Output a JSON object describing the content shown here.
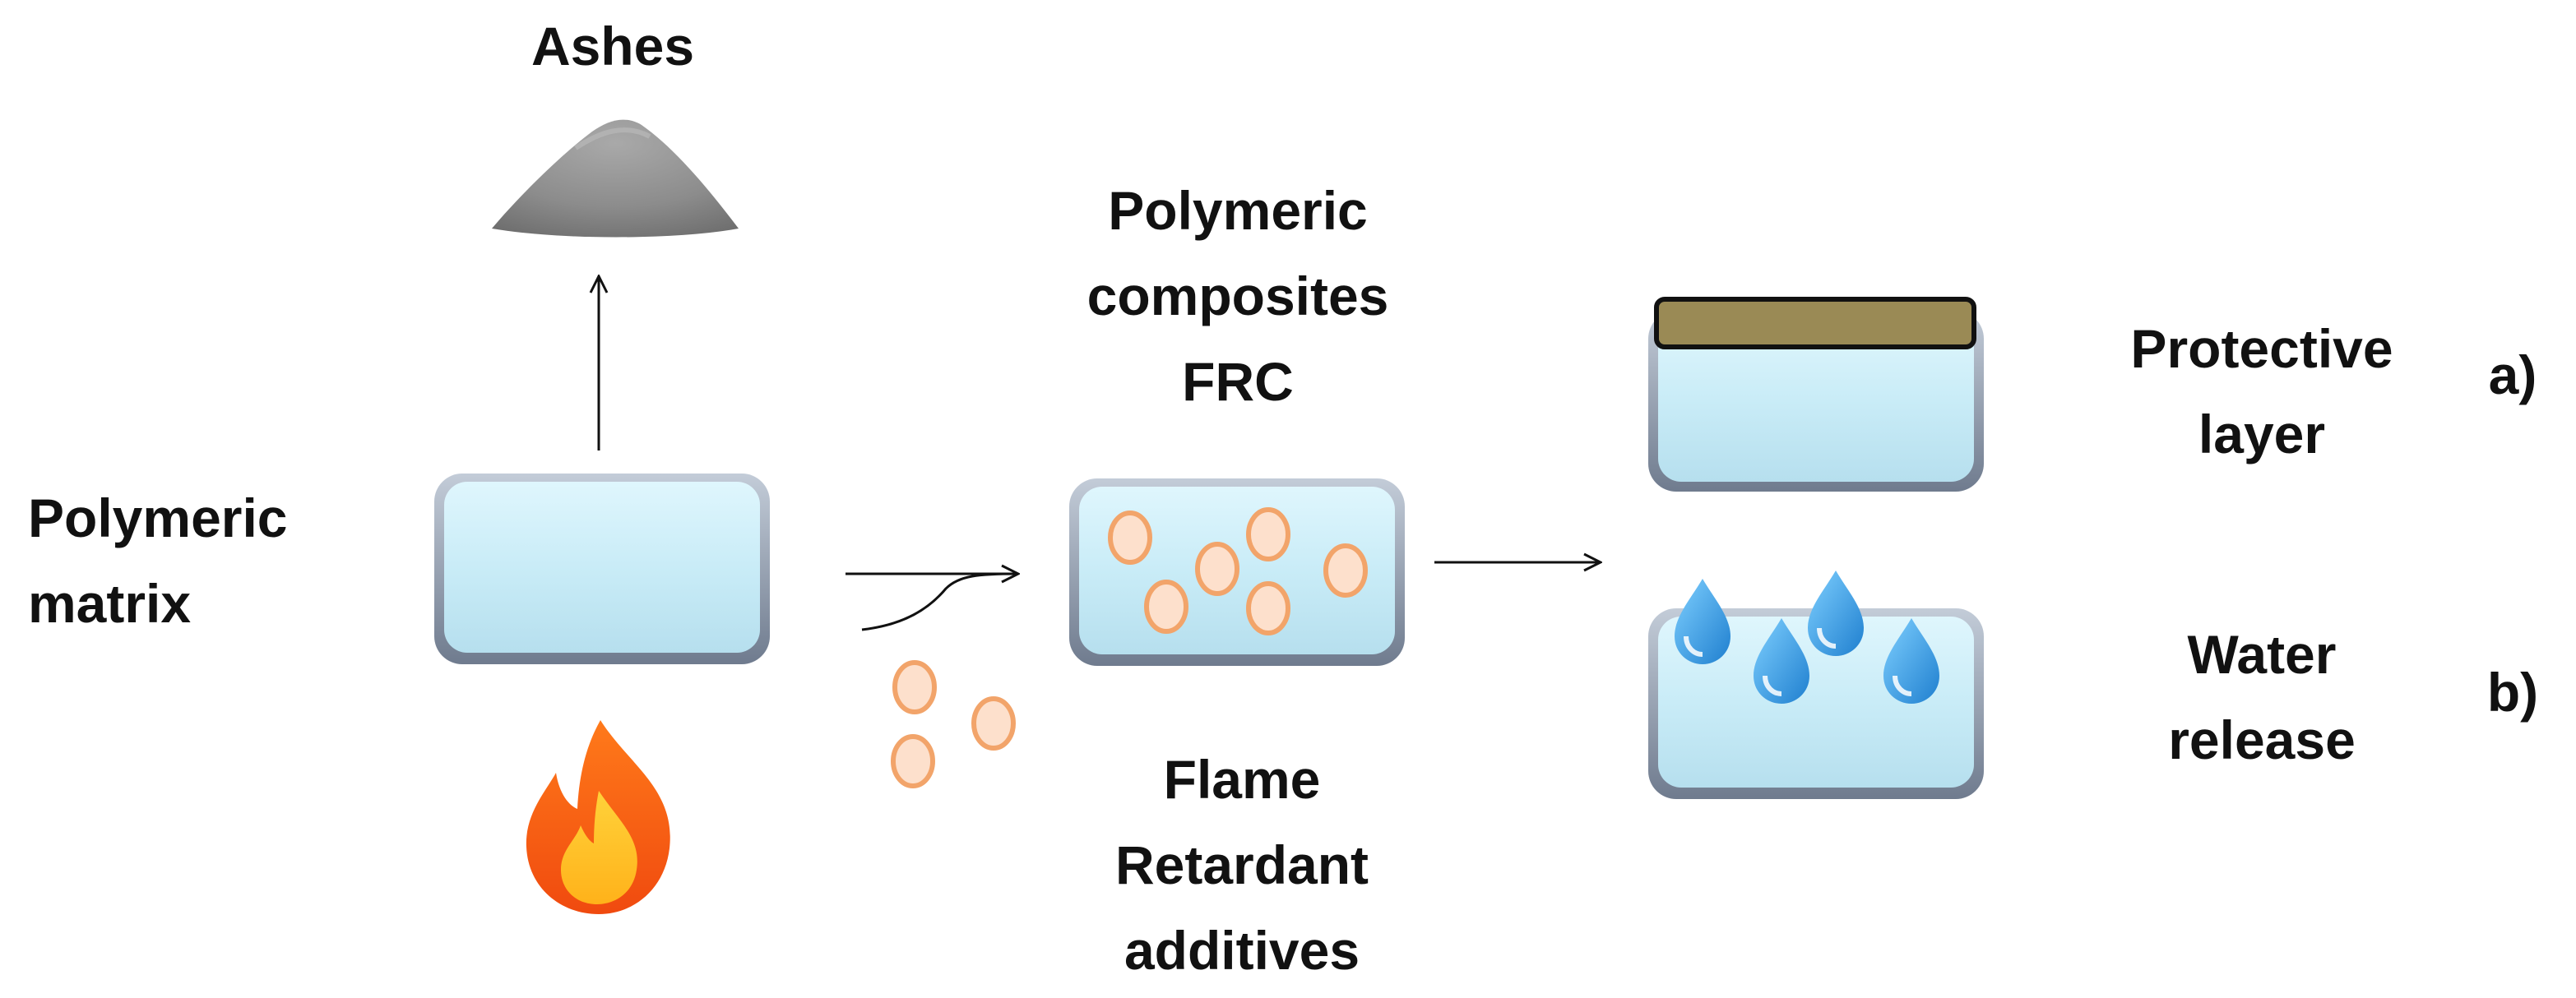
{
  "labels": {
    "ashes": "Ashes",
    "matrix": [
      "Polymeric",
      "matrix"
    ],
    "composites": [
      "Polymeric",
      "composites",
      "FRC"
    ],
    "additives": [
      "Flame",
      "Retardant",
      "additives"
    ],
    "protective": [
      "Protective",
      "layer"
    ],
    "water": [
      "Water",
      "release"
    ],
    "a": "a)",
    "b": "b)"
  },
  "icons": {
    "ash": "ash-pile-icon",
    "fire": "fire-icon",
    "drop": "water-drop-icon"
  },
  "colors": {
    "box_fill": "#cdeef8",
    "box_edge": "#8a96a8",
    "particle_fill": "#fde0cc",
    "particle_stroke": "#f2a46a",
    "char_layer": "#9a8a55",
    "drop": "#3b9ddd"
  }
}
